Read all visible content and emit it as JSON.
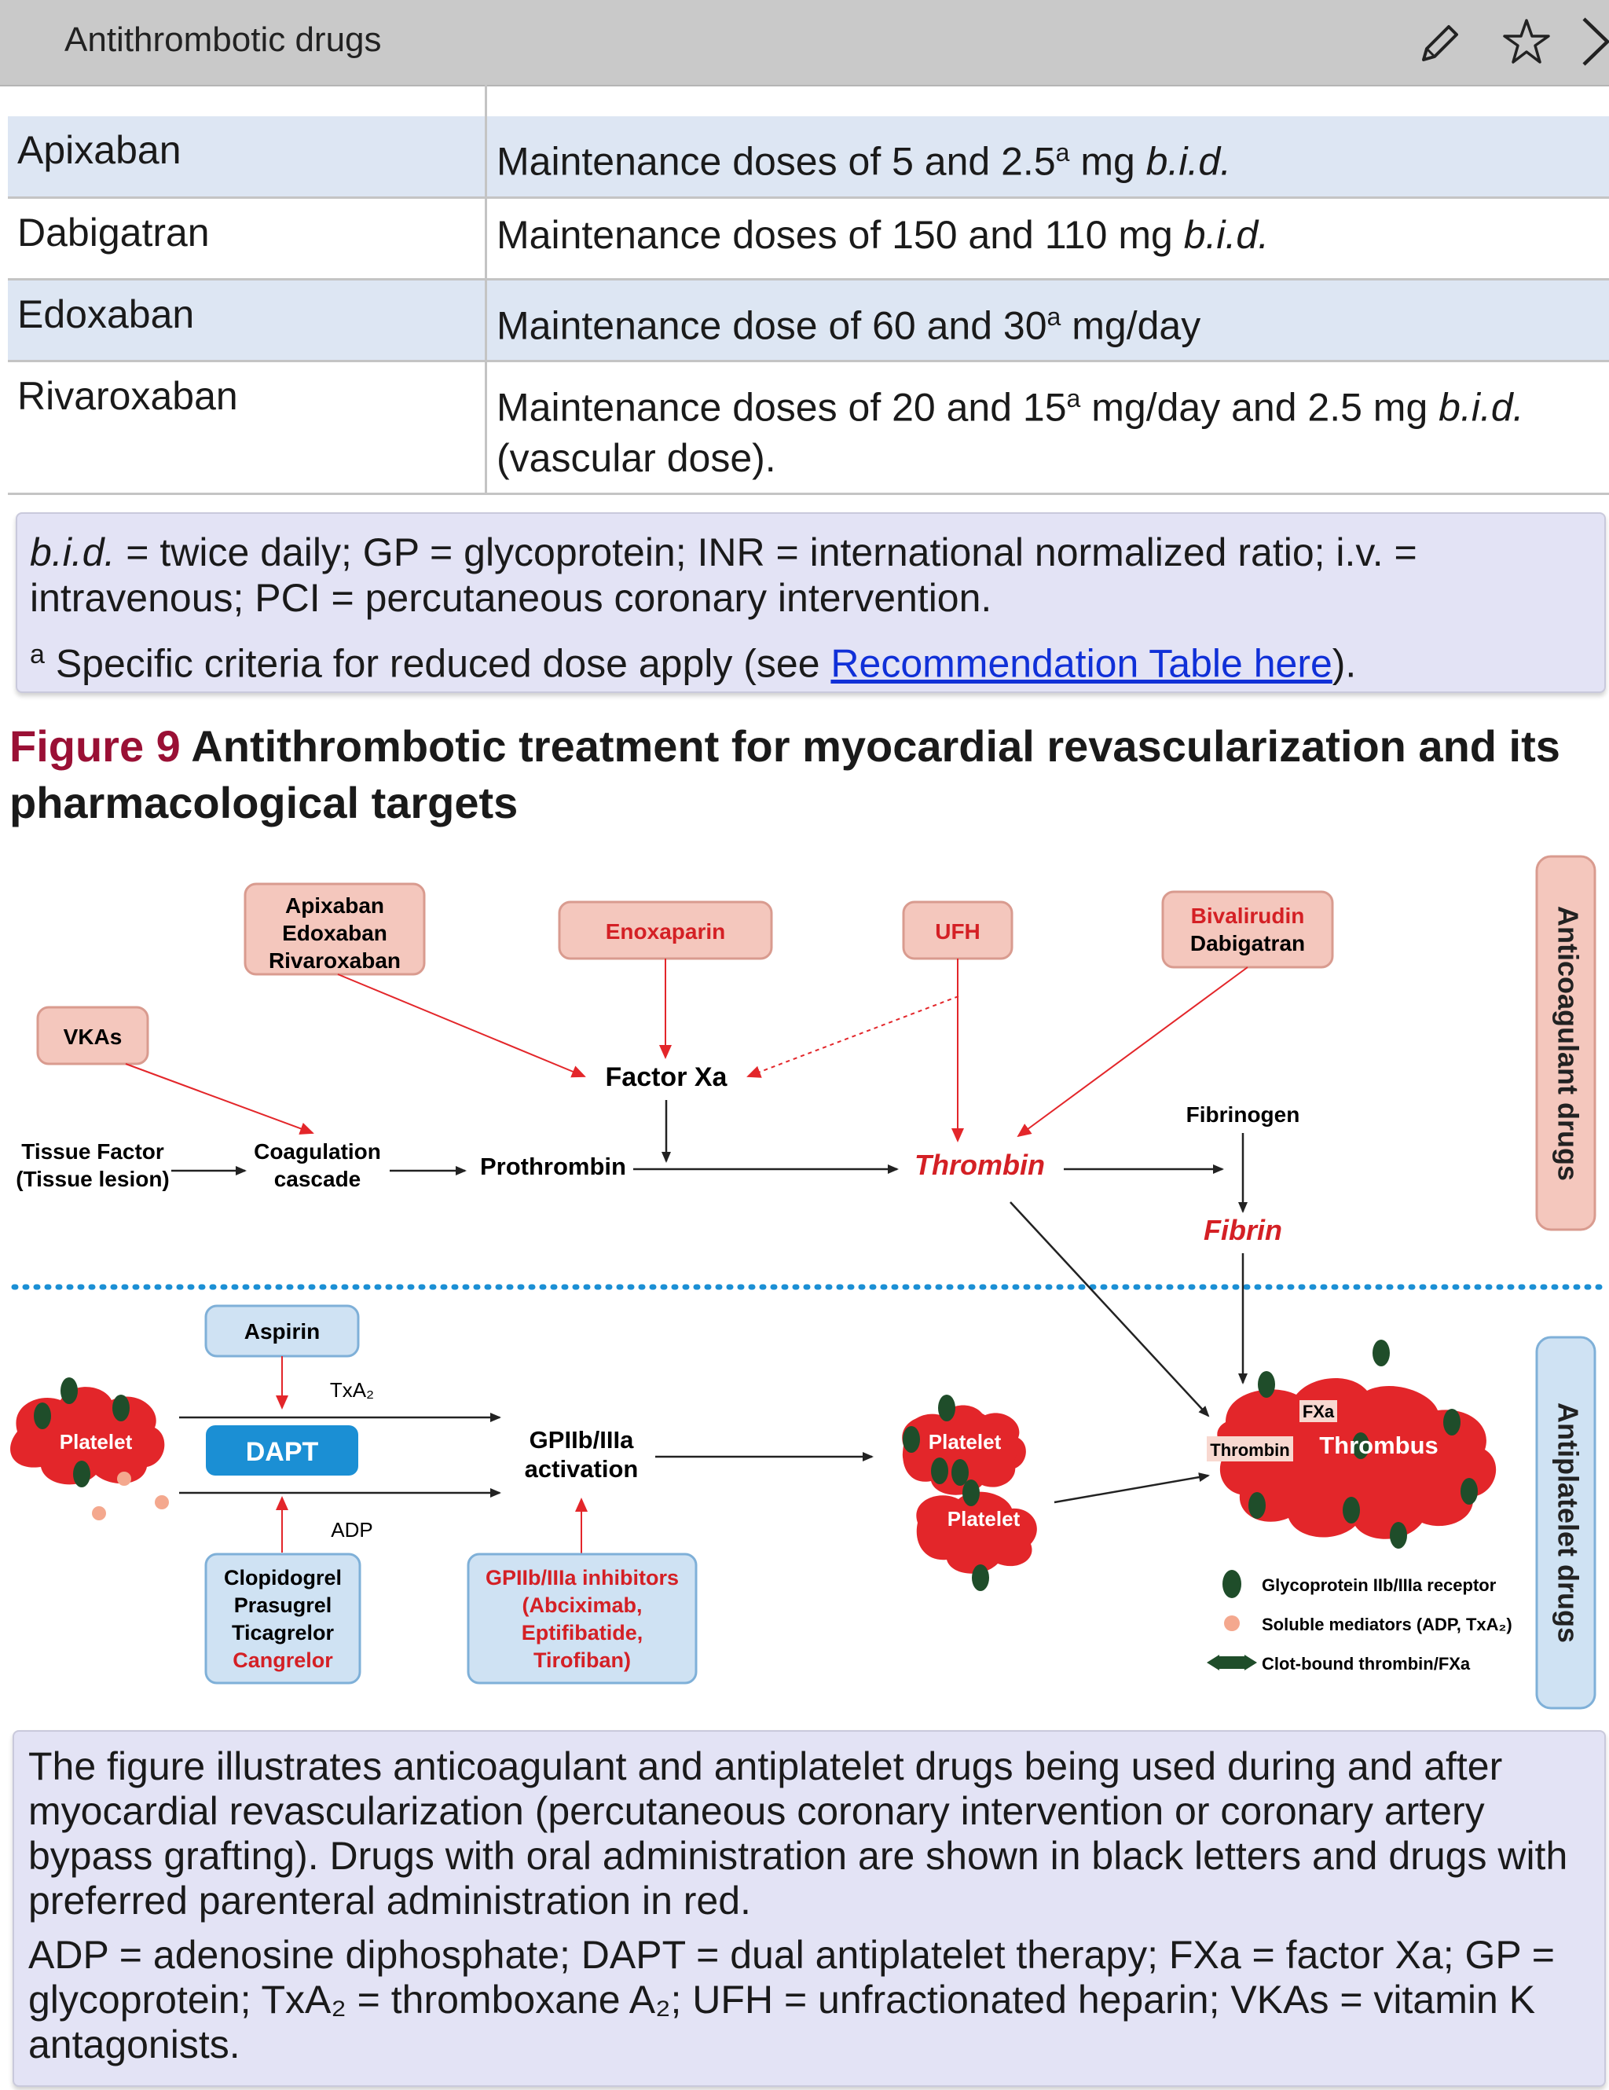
{
  "header": {
    "title": "Antithrombotic drugs",
    "icons": [
      "pencil-icon",
      "star-icon",
      "chevron-right-icon"
    ]
  },
  "table": {
    "rows": [
      {
        "drug": "Apixaban",
        "dose_text": "Maintenance doses of 5 and 2.5",
        "sup": "a",
        "dose_text_after": " mg ",
        "italic": "b.i.d.",
        "tail": ""
      },
      {
        "drug": "Dabigatran",
        "dose_text": "Maintenance doses of 150 and 110 mg ",
        "sup": "",
        "dose_text_after": "",
        "italic": "b.i.d.",
        "tail": ""
      },
      {
        "drug": "Edoxaban",
        "dose_text": "Maintenance dose of 60 and 30",
        "sup": "a",
        "dose_text_after": " mg/day",
        "italic": "",
        "tail": ""
      },
      {
        "drug": "Rivaroxaban",
        "dose_text": "Maintenance doses of 20 and 15",
        "sup": "a",
        "dose_text_after": " mg/day and 2.5 mg ",
        "italic": "b.i.d.",
        "tail": " (vascular dose)."
      }
    ]
  },
  "table_note": {
    "italic_term": "b.i.d.",
    "line1": " = twice daily; GP = glycoprotein; INR = international normalized ratio; i.v. = intravenous; PCI = percutaneous coronary intervention.",
    "footnote_mark": "a",
    "line2_before": " Specific criteria for reduced dose apply (see ",
    "link_text": "Recommendation Table here",
    "line2_after": ")."
  },
  "figure": {
    "number": "Figure 9",
    "title": " Antithrombotic treatment for myocardial revascularization and its pharmacological targets",
    "anticoagulant_label": "Anticoagulant drugs",
    "antiplatelet_label": "Antiplatelet drugs",
    "drug_boxes": {
      "xa_inhibitors": [
        "Apixaban",
        "Edoxaban",
        "Rivaroxaban"
      ],
      "enoxaparin": "Enoxaparin",
      "ufh": "UFH",
      "direct_thrombin": [
        "Bivalirudin",
        "Dabigatran"
      ],
      "vkas": "VKAs",
      "aspirin": "Aspirin",
      "dapt": "DAPT",
      "p2y12": [
        "Clopidogrel",
        "Prasugrel",
        "Ticagrelor",
        "Cangrelor"
      ],
      "gp_inhibitors": [
        "GPIIb/IIIa inhibitors",
        "(Abciximab,",
        "Eptifibatide,",
        "Tirofiban)"
      ]
    },
    "nodes": {
      "tissue_factor": [
        "Tissue Factor",
        "(Tissue lesion)"
      ],
      "coagulation": [
        "Coagulation",
        "cascade"
      ],
      "prothrombin": "Prothrombin",
      "factor_xa": "Factor Xa",
      "thrombin": "Thrombin",
      "fibrinogen": "Fibrinogen",
      "fibrin": "Fibrin",
      "txa2": "TxA₂",
      "adp": "ADP",
      "gp_activation": [
        "GPIIb/IIIa",
        "activation"
      ],
      "platelet": "Platelet",
      "thrombus": "Thrombus",
      "thrombin_small": "Thrombin",
      "fxa_small": "FXa"
    },
    "legend": [
      "Glycoprotein IIb/IIIa receptor",
      "Soluble mediators (ADP, TxA₂)",
      "Clot-bound thrombin/FXa"
    ],
    "colors": {
      "red": "#e3262a",
      "pink_box": "#f4c7bd",
      "blue_box": "#cfe2f3",
      "dapt": "#1b8fd4",
      "green": "#1f4d2a"
    }
  },
  "caption": {
    "para1": "The figure illustrates anticoagulant and antiplatelet drugs being used during and after myocardial revascularization (percutaneous coronary intervention or coronary artery bypass grafting). Drugs with oral administration are shown in black letters and drugs with preferred parenteral administration in red.",
    "para2": "ADP = adenosine diphosphate; DAPT = dual antiplatelet therapy; FXa = factor Xa; GP = glycoprotein; TxA₂ = thromboxane A₂; UFH = unfractionated heparin; VKAs = vitamin K antagonists."
  }
}
